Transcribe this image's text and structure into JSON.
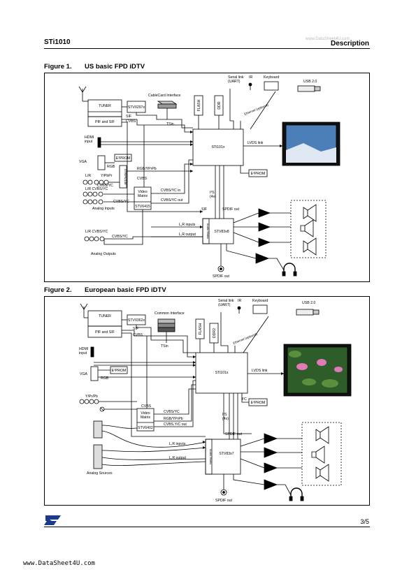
{
  "header": {
    "doc_title": "STi1010",
    "section": "Description",
    "watermark": "www.DataSheet4U.com"
  },
  "figure1": {
    "number": "Figure 1.",
    "title": "US basic FPD iDTV",
    "labels": {
      "tuner": "TUNER",
      "pif": "PIF and SIF",
      "stv0297": "STV0297x",
      "cablecard": "CableCard Interface",
      "flash": "FLASH",
      "ddr": "DDR",
      "serial": "Serial link\n(UART)",
      "ir": "IR",
      "keyboard": "Keyboard",
      "usb": "USB 2.0",
      "ethernet": "Ethernet (optional)",
      "sif": "SIF",
      "cvbs": "CVBS",
      "tsin": "TSin",
      "hdmi": "HDMI\ninput",
      "soc": "STi101x",
      "lvds": "LVDS link",
      "vga": "VGA",
      "eprom": "E²PROM",
      "rgb": "RGB",
      "stmav": "STMAV340",
      "rgbypbpr": "RGB/YPrPb",
      "cvbs2": "CVBS",
      "lr": "L/R",
      "ypbpr": "Y/PbPr",
      "lrcvbsyc": "L/R  CVBS/YC",
      "cvbsyc_a": "CVBS/YC",
      "cvbsyc_b": "CVBS/YC",
      "vmatrix": "Video\nMatrix",
      "stv6415": "STV6415",
      "cvbsyc_in": "CVBS/YC in",
      "cvbsyc_out": "CVBS/YC out",
      "analog_in": "Analog Inputs",
      "eprom2": "E²PROM",
      "i2s": "I²S\n(4x)",
      "sif2": "SIF",
      "spdif_out": "SPDIF out",
      "lr_inputs": "L,R inputs",
      "lr_output": "L,R output",
      "stv83": "STV83x8",
      "audio_matrix": "Audio Matrix",
      "lr_cvbsyc": "L/R   CVBS/YC",
      "cvbsyc_c": "CVBS/YC",
      "analog_out": "Analog Outputs",
      "spdif_out2": "SPDIF out"
    }
  },
  "figure2": {
    "number": "Figure 2.",
    "title": "European basic FPD iDTV",
    "labels": {
      "tuner": "TUNER",
      "pif": "PIF and SIF",
      "stv0362": "STV0362x",
      "common": "Common Interface",
      "flash": "FLASH",
      "ddr": "DDR2",
      "serial": "Serial link\n(UART)",
      "ir": "IR",
      "keyboard": "Keyboard",
      "usb": "USB 2.0",
      "ethernet": "Ethernet (optional)",
      "sif": "SIF",
      "cvbs": "CVBS",
      "tsin": "TSin",
      "hdmi": "HDMI\ninput",
      "soc": "STi101x",
      "lvds": "LVDS link",
      "vga": "VGA",
      "eprom": "E²PROM",
      "rgb": "RGB",
      "ypbpr": "Y/Pr/Pb",
      "cvbs2": "CVBS",
      "vmatrix": "Video\nMatrix",
      "stv6402": "STV6402",
      "cvbsyc": "CVBS/YC",
      "rgbypbpr": "RGB/YPrPb",
      "cvbsyc_out": "CVBS,Y/C out",
      "i2s": "I²S\n(4x)",
      "i2c": "I²C",
      "eprom2": "E²PROM",
      "spdif_out": "SPDIF out",
      "lr_inputs": "L,R inputs",
      "lr_output": "L,R output",
      "stv83": "STV83x7",
      "audio_matrix": "Audio Matrix",
      "analog_src": "Analog Sources",
      "spdif_out2": "SPDIF out"
    }
  },
  "footer": {
    "page": "3/5",
    "watermark": "www.DataSheet4U.com"
  },
  "colors": {
    "box_stroke": "#000000",
    "screen1_sky": "#4c7fb8",
    "screen2_water": "#2f5d2a",
    "lotus": "#e07ab8"
  }
}
